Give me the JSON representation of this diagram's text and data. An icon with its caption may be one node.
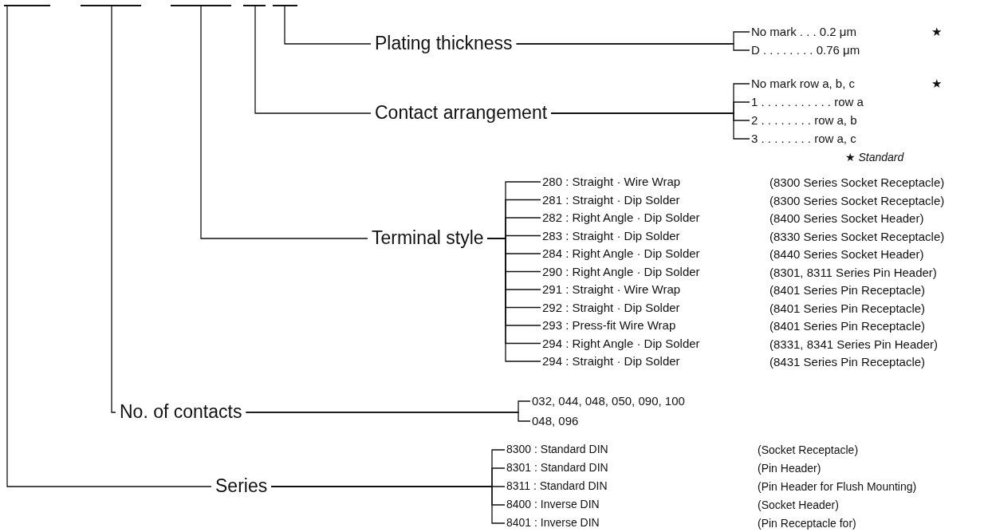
{
  "diagram": {
    "nodes": [
      {
        "text": [],
        "shape": "bar"
      },
      {
        "text": [],
        "shape": "bar"
      },
      {
        "text": [],
        "shape": "bar"
      },
      {
        "text": [],
        "shape": "bar"
      },
      {
        "text": [],
        "shape": "bar"
      },
      {
        "text": [
          "Plating thickness"
        ]
      },
      {
        "text": [
          "No mark . . . 0.2 μm"
        ]
      },
      {
        "text": [
          "D . . . . . . . . 0.76 μm"
        ]
      },
      {
        "text": [
          "Contact arrangement"
        ]
      },
      {
        "text": [
          "No mark row a, b, c"
        ]
      },
      {
        "text": [
          "1 . . . . . . . . . . . row a"
        ]
      },
      {
        "text": [
          "2 . . . . . . . . row a, b"
        ]
      },
      {
        "text": [
          "3 . . . . . . . . row a, c"
        ]
      },
      {
        "text": [
          "Terminal style"
        ]
      },
      {
        "text": [
          "280 : Straight · Wire Wrap"
        ]
      },
      {
        "text": [
          "281 : Straight · Dip Solder"
        ]
      },
      {
        "text": [
          "282 : Right Angle · Dip Solder"
        ]
      },
      {
        "text": [
          "283 : Straight · Dip Solder"
        ]
      },
      {
        "text": [
          "284 : Right Angle · Dip Solder"
        ]
      },
      {
        "text": [
          "290 : Right Angle · Dip Solder"
        ]
      },
      {
        "text": [
          "291 : Straight · Wire Wrap"
        ]
      },
      {
        "text": [
          "292 : Straight · Dip Solder"
        ]
      },
      {
        "text": [
          "293 : Press-fit Wire Wrap"
        ]
      },
      {
        "text": [
          "294 : Right Angle · Dip Solder"
        ]
      },
      {
        "text": [
          "294 : Straight · Dip Solder"
        ]
      },
      {
        "text": [
          "No. of contacts"
        ]
      },
      {
        "text": [
          "032, 044, 048, 050, 090, 100"
        ]
      },
      {
        "text": [
          "048, 096"
        ]
      },
      {
        "text": [
          "Series"
        ]
      },
      {
        "text": [
          "8300 : Standard DIN"
        ]
      },
      {
        "text": [
          "8301 : Standard DIN"
        ]
      },
      {
        "text": [
          "8311 : Standard DIN"
        ]
      },
      {
        "text": [
          "8400 : Inverse DIN"
        ]
      },
      {
        "text": [
          "8401 : Inverse DIN"
        ]
      }
    ],
    "edges": [
      {
        "from": 4,
        "to": 5,
        "arrow": "none"
      },
      {
        "from": 5,
        "to": 6,
        "arrow": "none"
      },
      {
        "from": 5,
        "to": 7,
        "arrow": "none"
      },
      {
        "from": 3,
        "to": 8,
        "arrow": "none"
      },
      {
        "from": 8,
        "to": 9,
        "arrow": "none"
      },
      {
        "from": 8,
        "to": 10,
        "arrow": "none"
      },
      {
        "from": 8,
        "to": 11,
        "arrow": "none"
      },
      {
        "from": 8,
        "to": 12,
        "arrow": "none"
      },
      {
        "from": 2,
        "to": 13,
        "arrow": "none"
      },
      {
        "from": 13,
        "to": 14,
        "arrow": "none"
      },
      {
        "from": 13,
        "to": 15,
        "arrow": "none"
      },
      {
        "from": 13,
        "to": 16,
        "arrow": "none"
      },
      {
        "from": 13,
        "to": 17,
        "arrow": "none"
      },
      {
        "from": 13,
        "to": 18,
        "arrow": "none"
      },
      {
        "from": 13,
        "to": 19,
        "arrow": "none"
      },
      {
        "from": 13,
        "to": 20,
        "arrow": "none"
      },
      {
        "from": 13,
        "to": 21,
        "arrow": "none"
      },
      {
        "from": 13,
        "to": 22,
        "arrow": "none"
      },
      {
        "from": 13,
        "to": 23,
        "arrow": "none"
      },
      {
        "from": 13,
        "to": 24,
        "arrow": "none"
      },
      {
        "from": 1,
        "to": 25,
        "arrow": "none"
      },
      {
        "from": 25,
        "to": 26,
        "arrow": "none"
      },
      {
        "from": 25,
        "to": 27,
        "arrow": "none"
      },
      {
        "from": 0,
        "to": 28,
        "arrow": "none"
      },
      {
        "from": 28,
        "to": 29,
        "arrow": "none"
      },
      {
        "from": 28,
        "to": 30,
        "arrow": "none"
      },
      {
        "from": 28,
        "to": 31,
        "arrow": "none"
      },
      {
        "from": 28,
        "to": 32,
        "arrow": "none"
      },
      {
        "from": 28,
        "to": 33,
        "arrow": "none"
      }
    ],
    "labels": [
      "★",
      "★",
      "★ Standard",
      "(8300 Series Socket Receptacle)",
      "(8300 Series Socket Receptacle)",
      "(8400 Series Socket Header)",
      "(8330 Series Socket Receptacle)",
      "(8440 Series Socket Header)",
      "(8301, 8311 Series Pin Header)",
      "(8401 Series Pin Receptacle)",
      "(8401 Series Pin Receptacle)",
      "(8401 Series Pin Receptacle)",
      "(8331, 8341 Series Pin Header)",
      "(8431 Series Pin Receptacle)",
      "(Socket Receptacle)",
      "(Pin Header)",
      "(Pin Header for Flush Mounting)",
      "(Socket Header)",
      "(Pin Receptacle for)"
    ]
  }
}
